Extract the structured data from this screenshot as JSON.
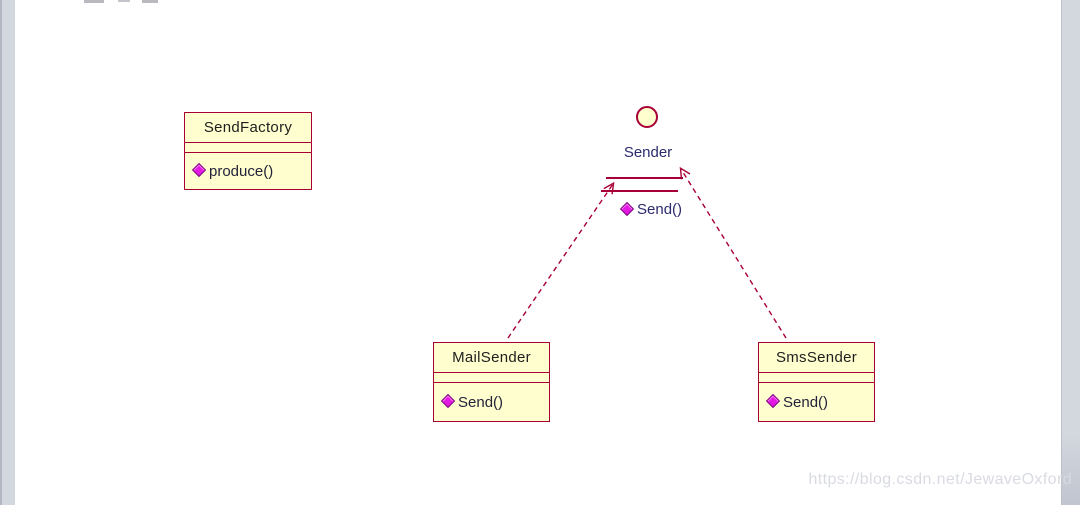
{
  "page": {
    "watermark": "https://blog.csdn.net/JewaveOxford"
  },
  "colors": {
    "canvas_background": "#ffffff",
    "box_fill": "#FEFECE",
    "box_border": "#A80036",
    "connector": "#A80036",
    "class_title_text": "#1f1f1f",
    "class_method_text": "#23233a",
    "interface_text": "#2b2b6e",
    "method_diamond": "#e318e3",
    "watermark_text": "#d9dbe3",
    "edge_strip": "#d3d7de"
  },
  "diagram": {
    "type": "uml-class-diagram",
    "pattern": "factory-method",
    "classes": [
      {
        "name": "SendFactory",
        "attributes": [],
        "methods": [
          "produce()"
        ]
      },
      {
        "name": "MailSender",
        "attributes": [],
        "methods": [
          "Send()"
        ]
      },
      {
        "name": "SmsSender",
        "attributes": [],
        "methods": [
          "Send()"
        ]
      }
    ],
    "interface": {
      "name": "Sender",
      "notation": "lollipop-circle",
      "methods": [
        "Send()"
      ]
    },
    "relations": [
      {
        "from": "MailSender",
        "to": "Sender",
        "type": "realization",
        "line_style": "dashed-open-arrow"
      },
      {
        "from": "SmsSender",
        "to": "Sender",
        "type": "realization",
        "line_style": "dashed-open-arrow"
      }
    ]
  }
}
